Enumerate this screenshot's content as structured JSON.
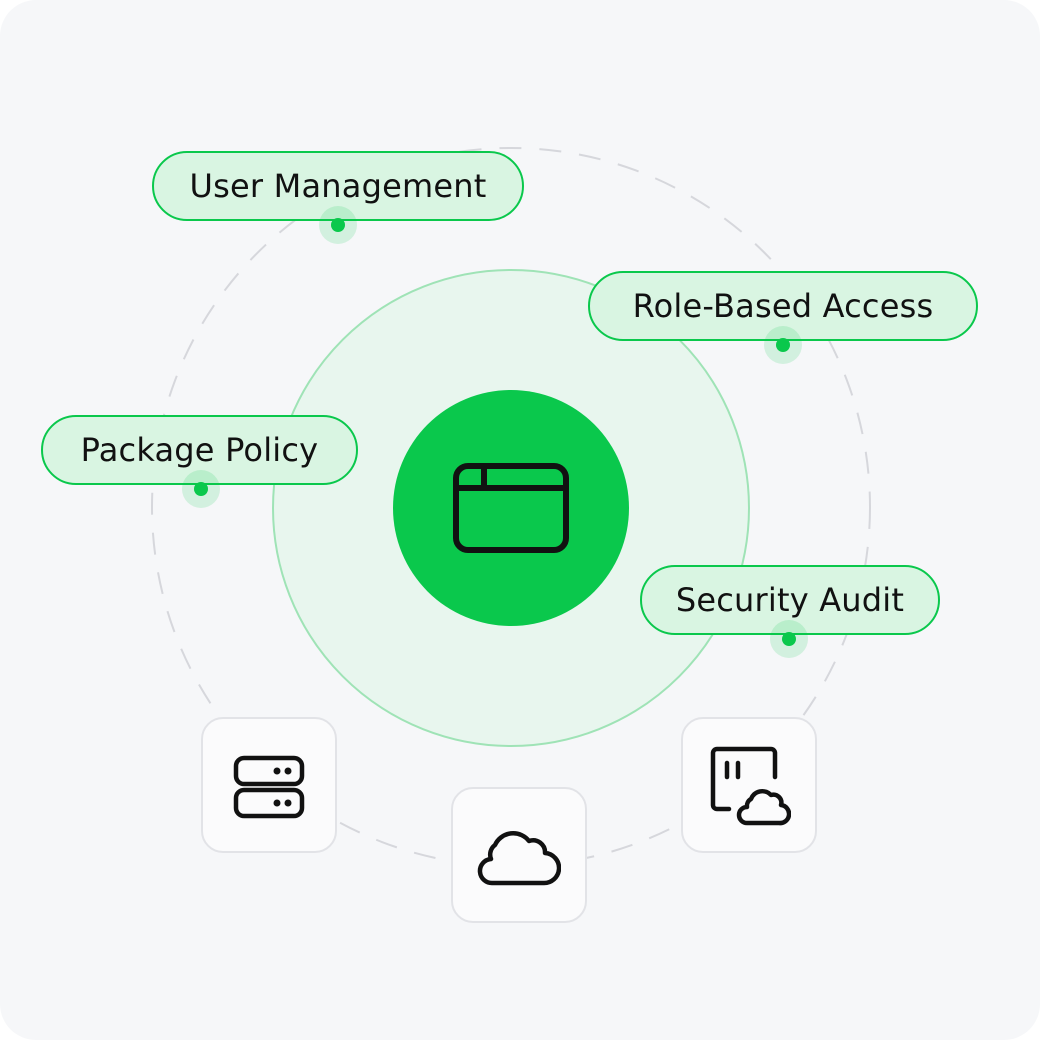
{
  "diagram": {
    "center": {
      "icon": "browser-window-icon"
    },
    "features": [
      {
        "label": "User Management"
      },
      {
        "label": "Role-Based Access"
      },
      {
        "label": "Package Policy"
      },
      {
        "label": "Security Audit"
      }
    ],
    "integrations": [
      {
        "icon": "server-stack-icon"
      },
      {
        "icon": "cloud-icon"
      },
      {
        "icon": "cloud-storage-icon"
      }
    ]
  },
  "colors": {
    "accent": "#0ac84c",
    "pill_fill": "#d9f5e2",
    "inner_ring_fill": "#e8f6ee",
    "background": "#f6f7f9"
  }
}
